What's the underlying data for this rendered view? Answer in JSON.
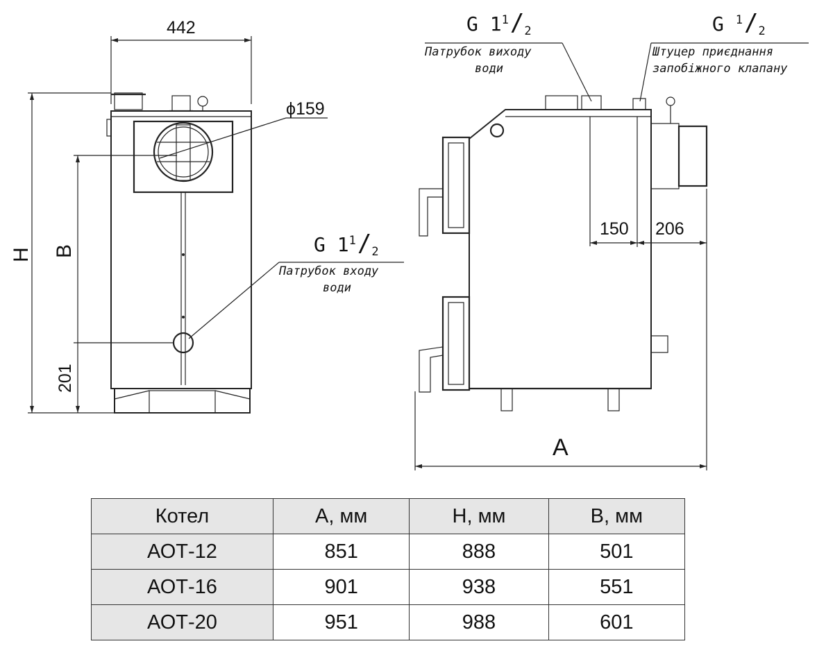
{
  "front_view": {
    "width_dim": "442",
    "diameter_label": "ϕ159",
    "height_H": "H",
    "height_B": "B",
    "height_201": "201",
    "inlet_thread": "G 1",
    "inlet_thread_sup": "1",
    "inlet_thread_sub": "2",
    "inlet_line1": "Патрубок входу",
    "inlet_line2": "води"
  },
  "side_view": {
    "outlet_thread": "G 1",
    "outlet_thread_sup": "1",
    "outlet_thread_sub": "2",
    "outlet_line1": "Патрубок виходу",
    "outlet_line2": "води",
    "valve_thread": "G ",
    "valve_thread_sup": "1",
    "valve_thread_sub": "2",
    "valve_line1": "Штуцер приєднання",
    "valve_line2": "запобіжного клапану",
    "dim_150": "150",
    "dim_206": "206",
    "dim_A": "A"
  },
  "table": {
    "headers": [
      "Котел",
      "А, мм",
      "Н, мм",
      "В, мм"
    ],
    "rows": [
      [
        "АОТ-12",
        "851",
        "888",
        "501"
      ],
      [
        "АОТ-16",
        "901",
        "938",
        "551"
      ],
      [
        "АОТ-20",
        "951",
        "988",
        "601"
      ]
    ]
  }
}
